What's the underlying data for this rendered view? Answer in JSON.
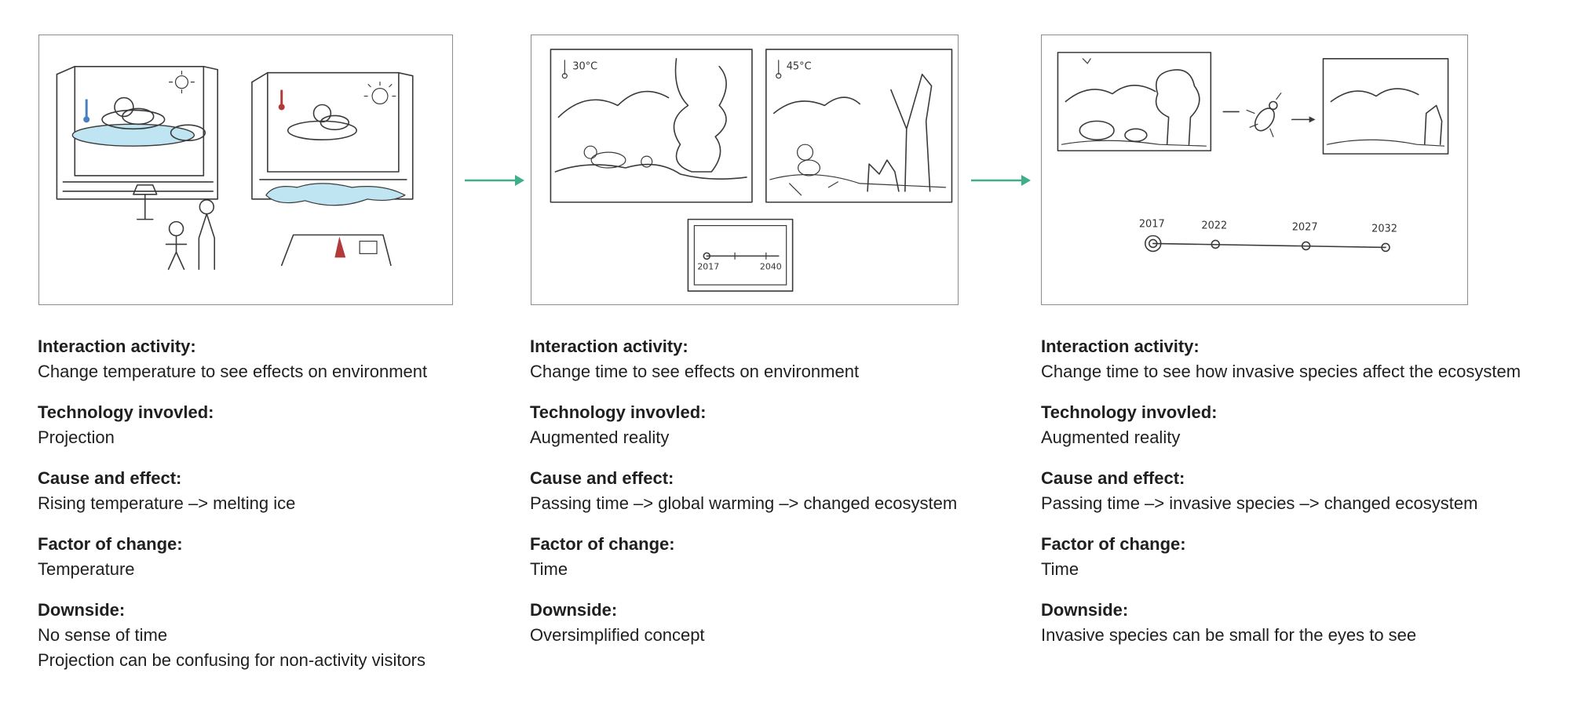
{
  "columns": [
    {
      "sections": [
        {
          "heading": "Interaction activity:",
          "lines": [
            "Change temperature to see effects on environment"
          ]
        },
        {
          "heading": "Technology invovled:",
          "lines": [
            "Projection"
          ]
        },
        {
          "heading": "Cause and effect:",
          "lines": [
            "Rising temperature –> melting ice"
          ]
        },
        {
          "heading": "Factor of change:",
          "lines": [
            "Temperature"
          ]
        },
        {
          "heading": "Downside:",
          "lines": [
            "No sense of time",
            "Projection can be confusing for non-activity visitors"
          ]
        }
      ]
    },
    {
      "sketch_labels": {
        "temp_a": "30°C",
        "temp_b": "45°C",
        "slider_start": "2017",
        "slider_end": "2040"
      },
      "sections": [
        {
          "heading": "Interaction activity:",
          "lines": [
            "Change time to see effects on environment"
          ]
        },
        {
          "heading": "Technology invovled:",
          "lines": [
            "Augmented reality"
          ]
        },
        {
          "heading": "Cause and effect:",
          "lines": [
            "Passing time –> global warming –> changed ecosystem"
          ]
        },
        {
          "heading": "Factor of change:",
          "lines": [
            "Time"
          ]
        },
        {
          "heading": "Downside:",
          "lines": [
            "Oversimplified concept"
          ]
        }
      ]
    },
    {
      "timeline_years": [
        "2017",
        "2022",
        "2027",
        "2032"
      ],
      "sections": [
        {
          "heading": "Interaction activity:",
          "lines": [
            "Change time to see how invasive species affect the ecosystem"
          ]
        },
        {
          "heading": "Technology invovled:",
          "lines": [
            "Augmented reality"
          ]
        },
        {
          "heading": "Cause and effect:",
          "lines": [
            "Passing time –> invasive species –> changed ecosystem"
          ]
        },
        {
          "heading": "Factor of change:",
          "lines": [
            "Time"
          ]
        },
        {
          "heading": "Downside:",
          "lines": [
            "Invasive species can be small for the eyes to see"
          ]
        }
      ]
    }
  ],
  "colors": {
    "arrow": "#3fae8a",
    "ice": "#bfe4f2",
    "thermo_cold": "#4a7fc1",
    "thermo_hot": "#b23a3a"
  }
}
